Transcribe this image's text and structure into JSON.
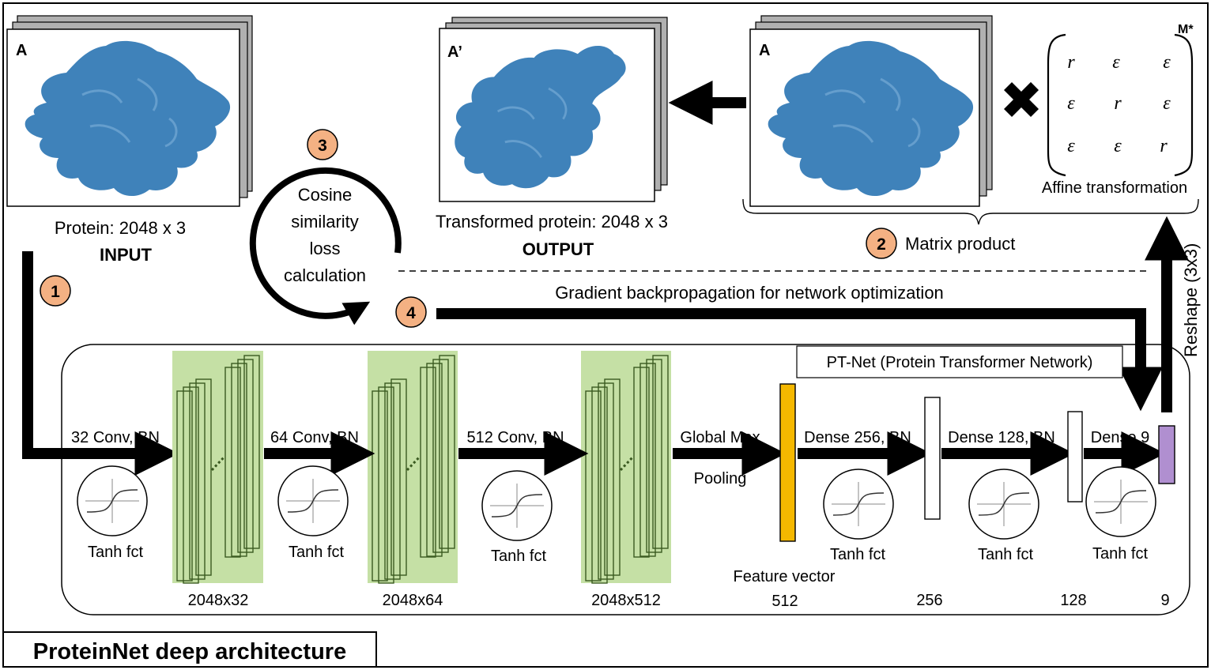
{
  "title": "ProteinNet deep architecture",
  "input": {
    "label": "A",
    "caption": "Protein: 2048 x 3",
    "role": "INPUT"
  },
  "output": {
    "label": "A’",
    "caption": "Transformed protein: 2048 x 3",
    "role": "OUTPUT"
  },
  "matrix_product": {
    "label": "A",
    "step": "2",
    "caption": "Matrix product"
  },
  "affine": {
    "name": "M*",
    "caption": "Affine transformation",
    "rows": [
      [
        "r",
        "ε",
        "ε"
      ],
      [
        "ε",
        "r",
        "ε"
      ],
      [
        "ε",
        "ε",
        "r"
      ]
    ],
    "operator": "✖"
  },
  "loss": {
    "step": "3",
    "lines": [
      "Cosine",
      "similarity",
      "loss",
      "calculation"
    ]
  },
  "backprop": {
    "step": "4",
    "label": "Gradient backpropagation for network optimization"
  },
  "step1": "1",
  "reshape": "Reshape (3x3)",
  "network": {
    "name": "PT-Net (Protein Transformer Network)",
    "conv_layers": [
      {
        "op": "32 Conv, BN",
        "activation": "Tanh fct",
        "shape": "2048x32"
      },
      {
        "op": "64 Conv, BN",
        "activation": "Tanh fct",
        "shape": "2048x64"
      },
      {
        "op": "512 Conv, BN",
        "activation": "Tanh fct",
        "shape": "2048x512"
      }
    ],
    "pooling": {
      "line1": "Global Max",
      "line2": "Pooling"
    },
    "feature_vector": {
      "label": "Feature vector",
      "size": "512"
    },
    "dense_layers": [
      {
        "op": "Dense 256, BN",
        "activation": "Tanh fct",
        "size": "256"
      },
      {
        "op": "Dense 128, BN",
        "activation": "Tanh fct",
        "size": "128"
      },
      {
        "op": "Dense 9",
        "activation": "Tanh fct",
        "size": "9"
      }
    ]
  },
  "colors": {
    "protein": "#2f77b4",
    "conv_bg": "#c5e0a5",
    "conv_stroke": "#3a5a20",
    "feature_vector": "#f5b800",
    "dense_out": "#b08fd0",
    "step_badge": "#f4b183",
    "stack_gray": "#b0b0b0"
  },
  "icons": {
    "activation": "tanh-curve-icon",
    "multiply": "multiply-icon"
  }
}
